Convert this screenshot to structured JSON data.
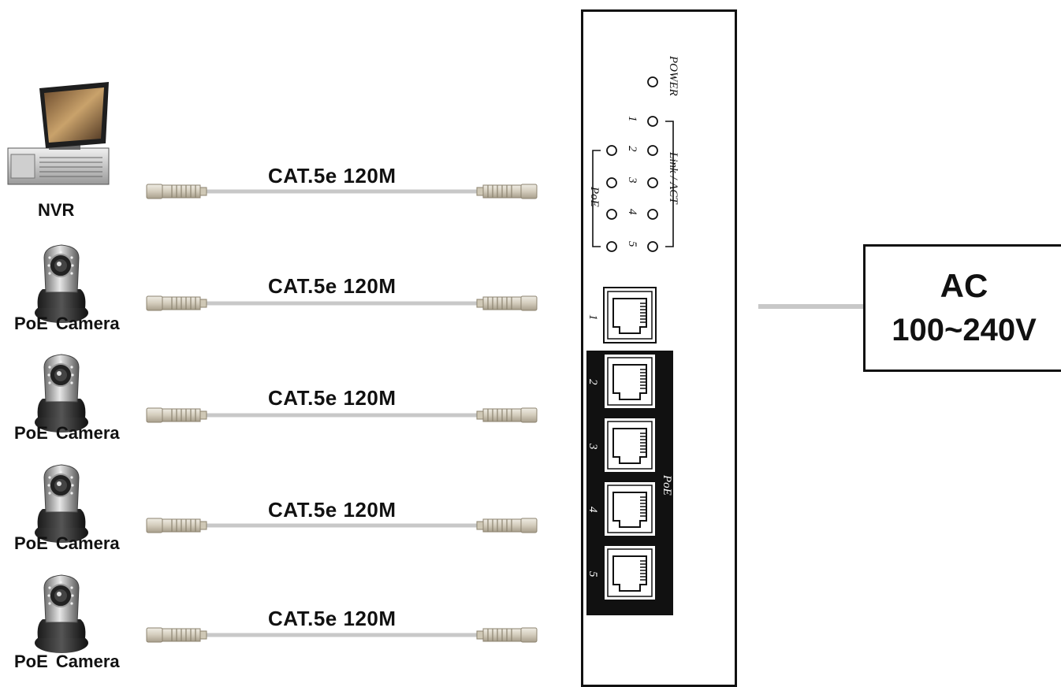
{
  "devices": [
    {
      "label": "NVR",
      "icon": "nvr-icon"
    },
    {
      "label": "PoE  Camera",
      "icon": "poe-camera-icon"
    },
    {
      "label": "PoE  Camera",
      "icon": "poe-camera-icon"
    },
    {
      "label": "PoE  Camera",
      "icon": "poe-camera-icon"
    },
    {
      "label": "PoE  Camera",
      "icon": "poe-camera-icon"
    }
  ],
  "cables": [
    {
      "label": "CAT.5e 120M"
    },
    {
      "label": "CAT.5e 120M"
    },
    {
      "label": "CAT.5e 120M"
    },
    {
      "label": "CAT.5e 120M"
    },
    {
      "label": "CAT.5e 120M"
    }
  ],
  "switch": {
    "power_label": "POWER",
    "link_label": "Link / ACT",
    "poe_led_label": "PoE",
    "led_numbers": [
      "1",
      "2",
      "3",
      "4",
      "5"
    ],
    "port_numbers": [
      "1",
      "2",
      "3",
      "4",
      "5"
    ],
    "poe_port_label": "PoE"
  },
  "power_source": {
    "line1": "AC",
    "line2": "100~240V"
  },
  "colors": {
    "cable": "#c8c8c8",
    "connector": "#d8d2c4",
    "outline": "#111111"
  }
}
